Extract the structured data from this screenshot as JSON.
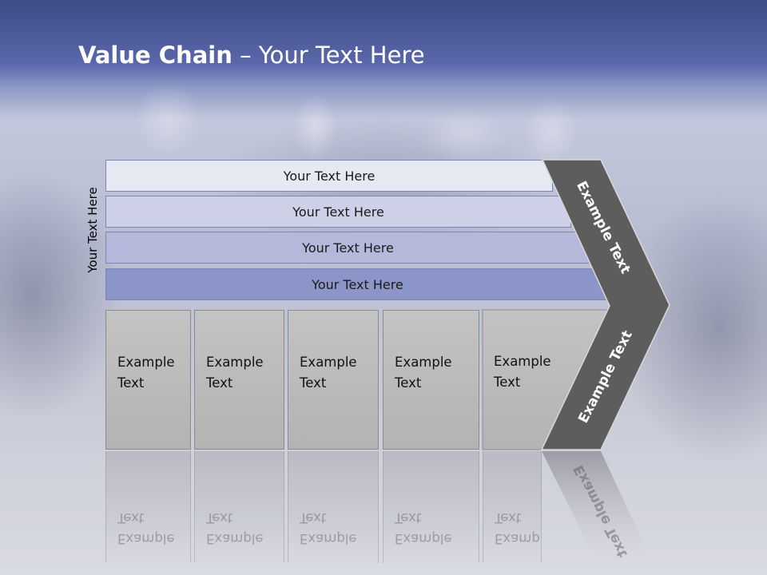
{
  "title": {
    "bold": "Value Chain",
    "rest": " – Your Text Here"
  },
  "side_label": "Your Text Here",
  "bars": [
    {
      "label": "Your Text Here",
      "color": "#e6e8f2"
    },
    {
      "label": "Your Text Here",
      "color": "#cdd0e6"
    },
    {
      "label": "Your Text Here",
      "color": "#b4b9dc"
    },
    {
      "label": "Your Text Here",
      "color": "#8c95c8"
    }
  ],
  "cells": [
    {
      "line1": "Example",
      "line2": "Text"
    },
    {
      "line1": "Example",
      "line2": "Text"
    },
    {
      "line1": "Example",
      "line2": "Text"
    },
    {
      "line1": "Example",
      "line2": "Text"
    },
    {
      "line1": "Example",
      "line2": "Text"
    }
  ],
  "chevron": {
    "upper_text": "Example Text",
    "lower_text": "Example Text",
    "color": "#5d5d5d"
  }
}
